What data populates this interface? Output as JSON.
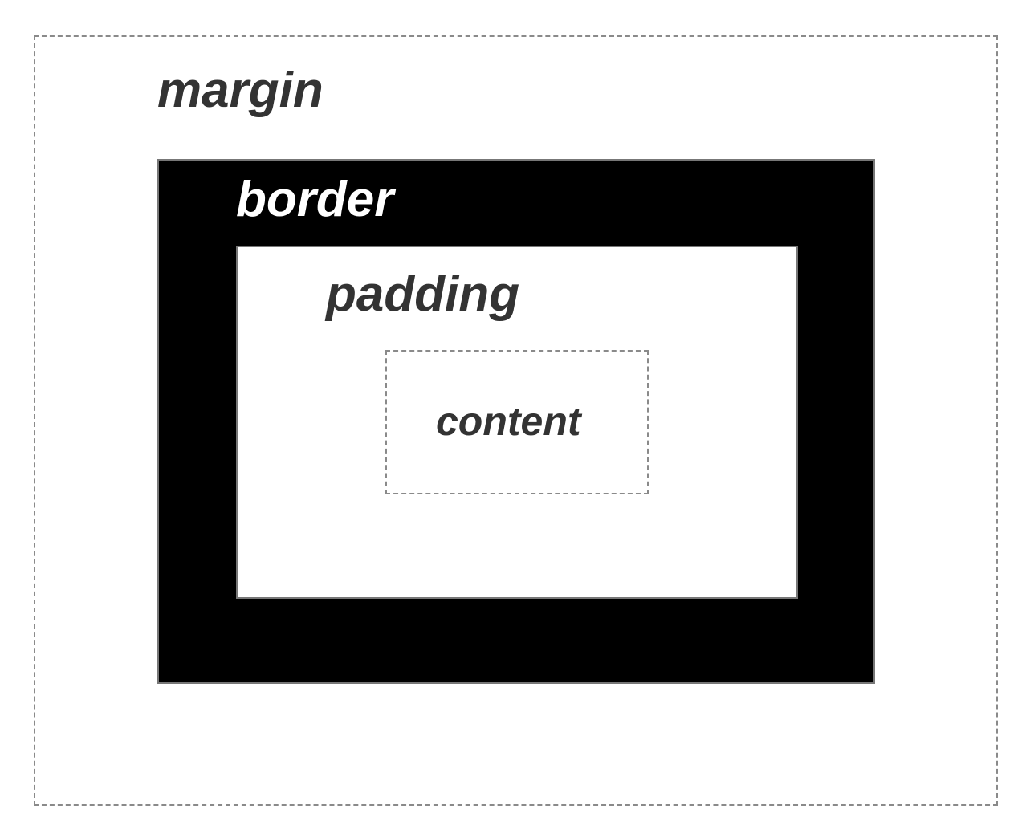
{
  "diagram": {
    "labels": {
      "margin": "margin",
      "border": "border",
      "padding": "padding",
      "content": "content"
    },
    "colors": {
      "border_fill": "#000000",
      "label_text": "#333333",
      "border_label_text": "#ffffff",
      "dashed_outline": "#8a8a8a",
      "solid_outline": "#777777",
      "background": "#ffffff"
    }
  }
}
